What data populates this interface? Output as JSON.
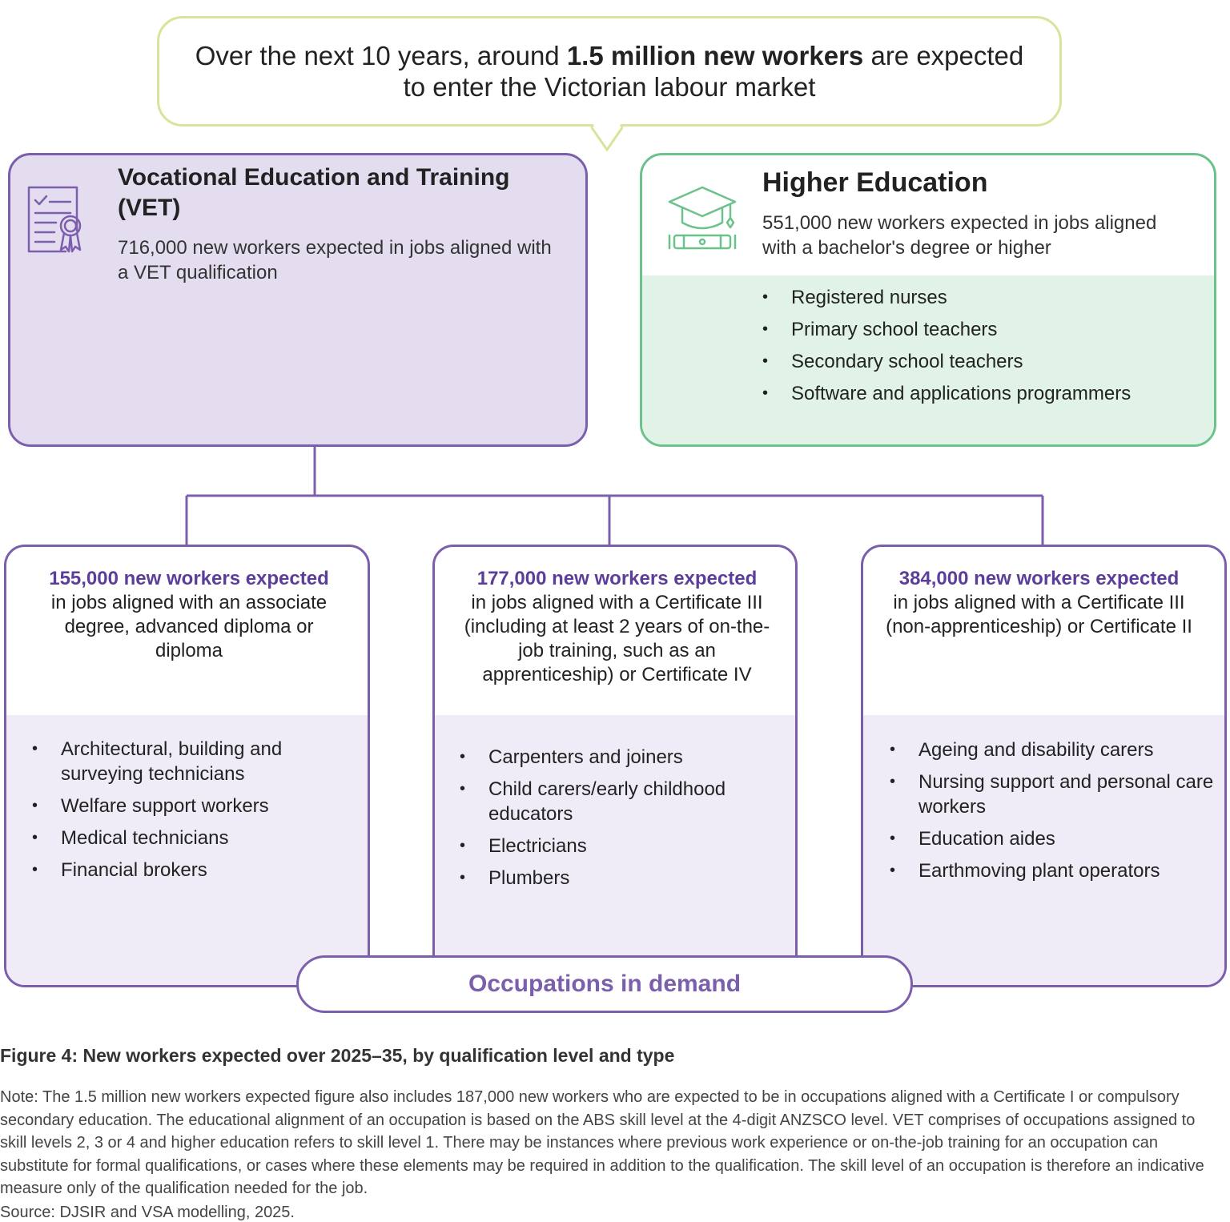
{
  "callout": {
    "line1_pre": "Over the next 10 years, around ",
    "line1_bold": "1.5 million new workers",
    "line1_post": " are expected",
    "line2": "to enter the Victorian labour market"
  },
  "vet": {
    "title": "Vocational Education and Training (VET)",
    "text": "716,000 new workers expected in jobs aligned with a VET qualification",
    "icon": "certificate-icon"
  },
  "higher_ed": {
    "title": "Higher Education",
    "text": "551,000 new workers expected in jobs aligned with a bachelor's degree or higher",
    "icon": "graduation-cap-icon",
    "items": [
      "Registered nurses",
      "Primary school teachers",
      "Secondary school teachers",
      "Software and applications programmers"
    ]
  },
  "cards": [
    {
      "headline": "155,000 new workers expected",
      "desc": "in jobs aligned with an associate degree, advanced diploma or diploma",
      "items": [
        "Architectural, building and surveying technicians",
        "Welfare support workers",
        "Medical technicians",
        "Financial brokers"
      ]
    },
    {
      "headline": "177,000 new workers expected",
      "desc": "in jobs aligned with a Certificate III (including at least 2 years of on-the-job training, such as an apprenticeship) or Certificate IV",
      "items": [
        "Carpenters and joiners",
        "Child carers/early childhood educators",
        "Electricians",
        "Plumbers"
      ]
    },
    {
      "headline": "384,000 new workers expected",
      "desc": "in jobs aligned with a Certificate III (non-apprenticeship) or Certificate II",
      "items": [
        "Ageing and disability carers",
        "Nursing support and personal care workers",
        "Education aides",
        "Earthmoving plant operators"
      ]
    }
  ],
  "occupations_label": "Occupations in demand",
  "caption": {
    "title": "Figure 4: New workers expected over 2025–35, by qualification level and type",
    "note": "Note: The 1.5 million new workers expected figure also includes 187,000 new workers who are expected to be in occupations aligned with a Certificate I or compulsory secondary education. The educational alignment of an occupation is based on the ABS skill level at the 4-digit ANZSCO level. VET comprises of occupations assigned to skill levels 2, 3 or 4 and higher education refers to skill level 1. There may be instances where previous work experience or on-the-job training for an occupation can substitute for formal qualifications, or cases where these elements may be required in addition to the qualification. The skill level of an occupation is therefore an indicative measure only of the qualification needed for the job.",
    "source": "Source: DJSIR and VSA modelling, 2025."
  },
  "colors": {
    "vet_purple": "#7b5fad",
    "vet_fill": "#e4ddef",
    "he_green": "#6cc28b",
    "he_fill": "#e1f3e6",
    "callout_border": "#d8e49a",
    "headline_purple": "#5c3d99"
  }
}
